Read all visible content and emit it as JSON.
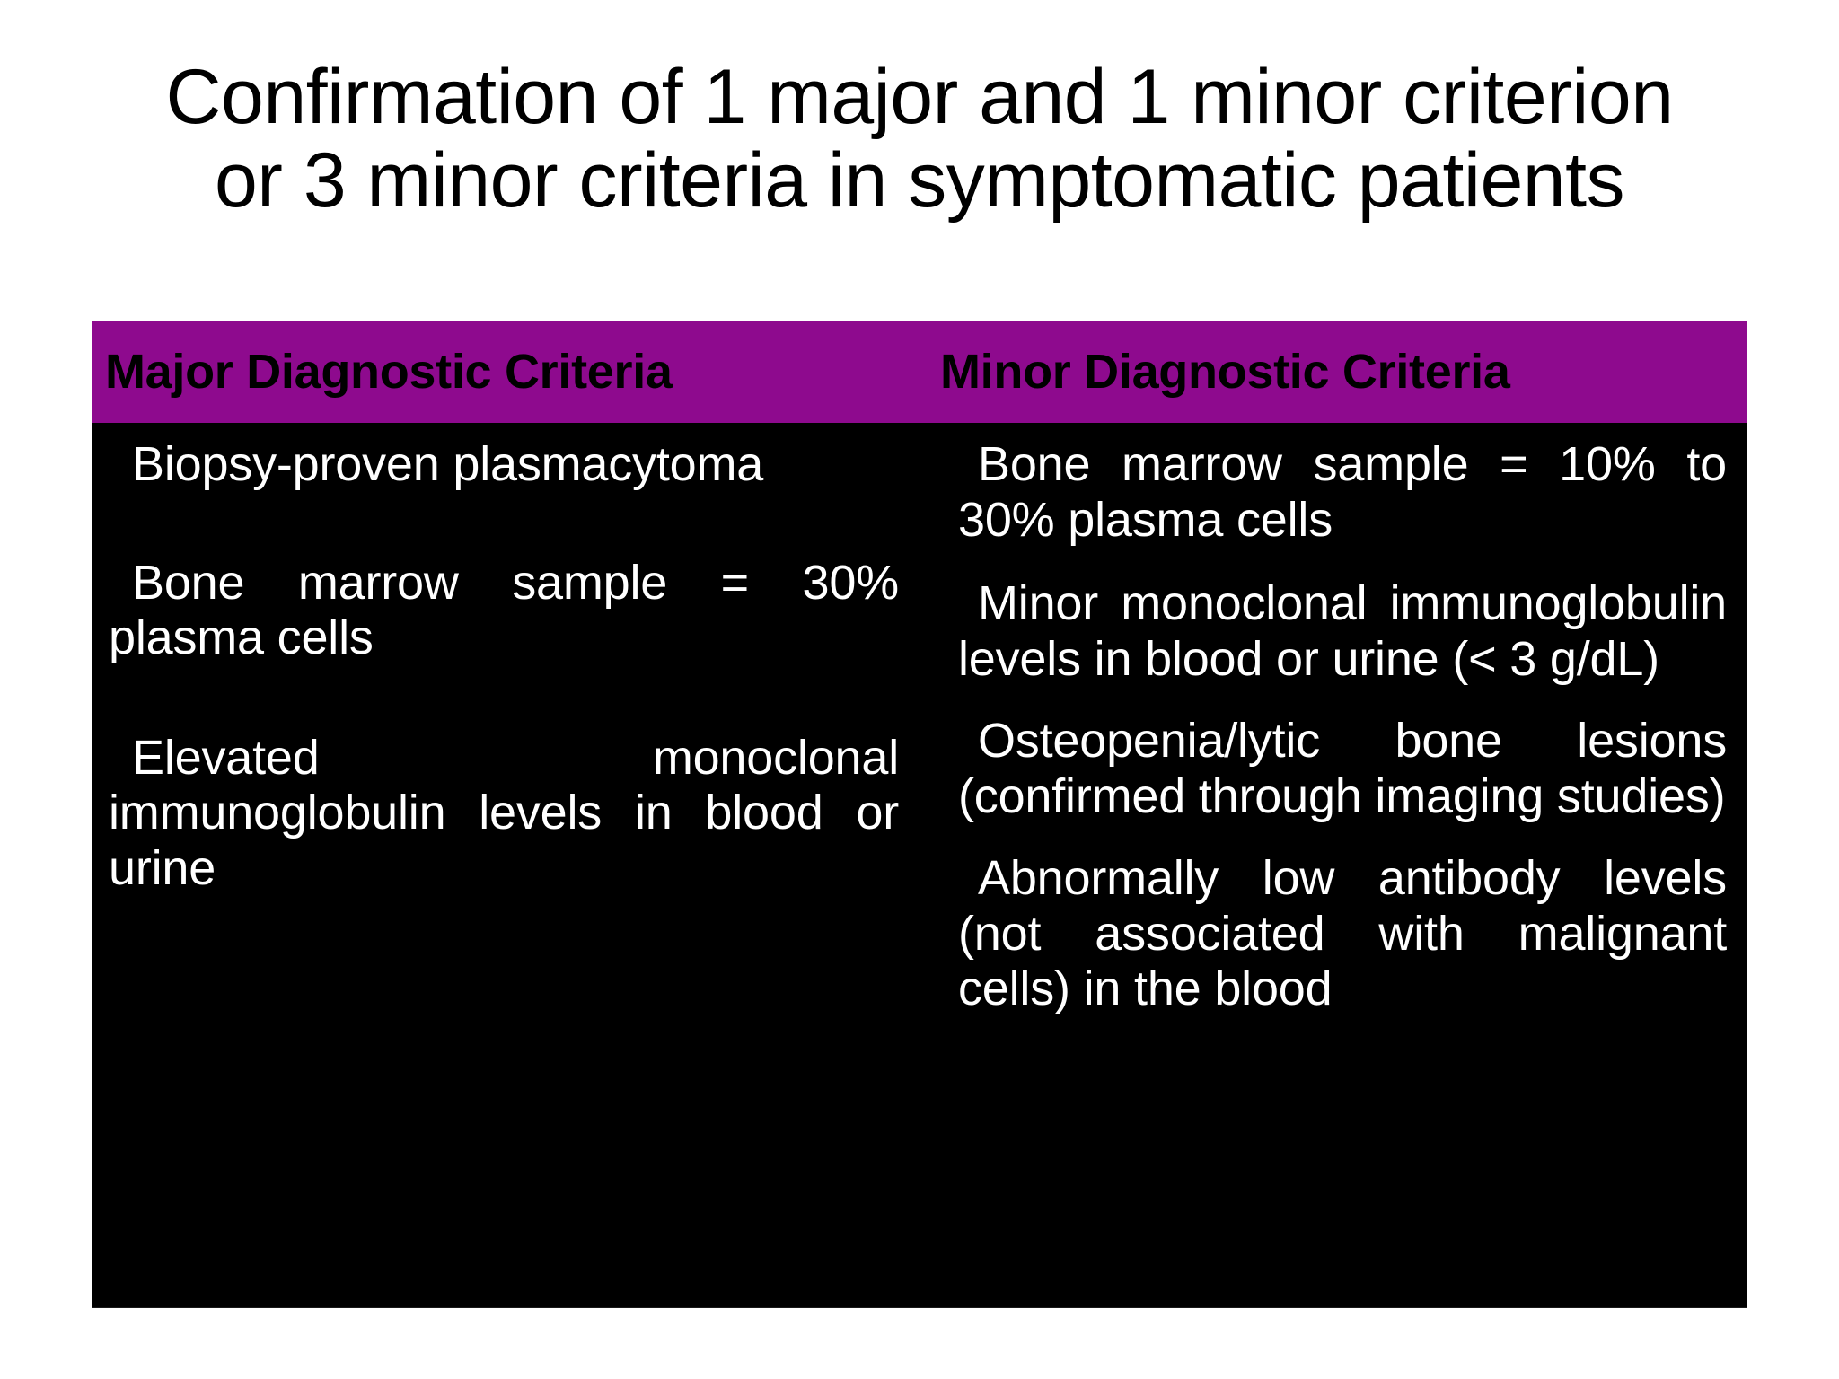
{
  "slide": {
    "background_color": "#ffffff",
    "title_lines": [
      "Confirmation of 1 major and 1 minor criterion",
      "or 3 minor criteria in symptomatic patients"
    ]
  },
  "table": {
    "header_background_color": "#8E0A8E",
    "body_background_color": "#000000",
    "header_text_color": "#000000",
    "body_text_color": "#ffffff",
    "columns": [
      {
        "header": "Major Diagnostic Criteria",
        "items": [
          "Biopsy-proven plasmacytoma",
          "Bone marrow sample = 30% plasma cells",
          "Elevated monoclonal immunoglobulin levels in blood or urine"
        ]
      },
      {
        "header": "Minor Diagnostic Criteria",
        "items": [
          "Bone marrow sample = 10% to 30% plasma cells",
          "Minor monoclonal immunoglobulin levels in blood or urine (< 3 g/dL)",
          "Osteopenia/lytic bone lesions (confirmed through imaging studies)",
          "Abnormally low antibody levels (not associated with malignant cells) in the blood"
        ]
      }
    ]
  }
}
